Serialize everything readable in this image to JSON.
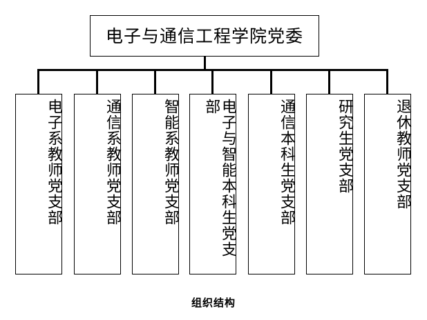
{
  "diagram": {
    "caption": "组织结构",
    "root": {
      "label": "电子与通信工程学院党委"
    },
    "children": [
      {
        "label": "电子系教师党支部"
      },
      {
        "label": "通信系教师党支部"
      },
      {
        "label": "智能系教师党支部"
      },
      {
        "label": "电子与智能本科生党支部"
      },
      {
        "label": "通信本科生党支部"
      },
      {
        "label": "研究生党支部"
      },
      {
        "label": "退休教师党支部"
      }
    ],
    "style": {
      "background_color": "#ffffff",
      "line_color": "#000000",
      "text_color": "#000000",
      "box_fill": "#ffffff"
    }
  }
}
